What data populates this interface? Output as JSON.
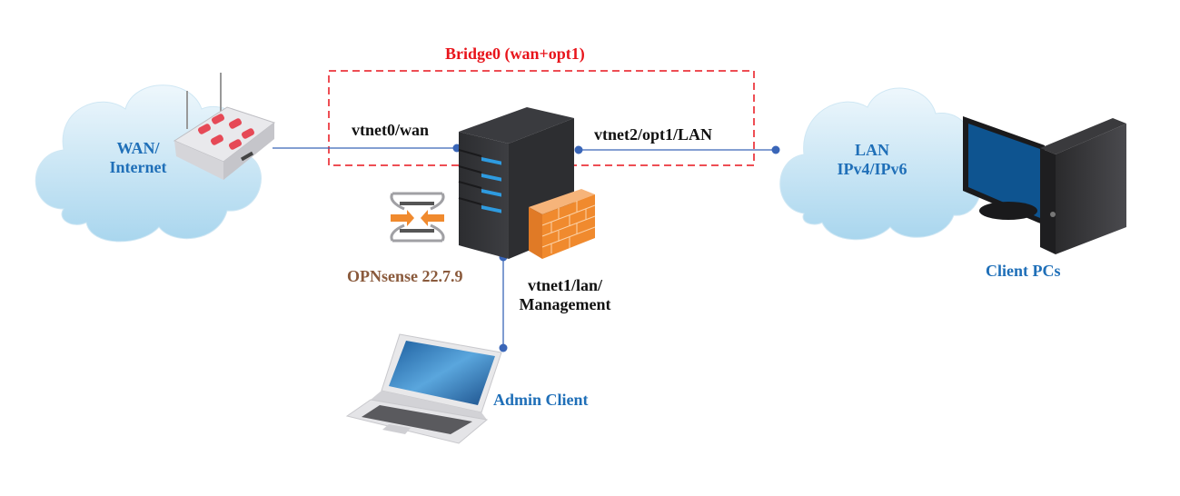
{
  "title": "Bridge0 (wan+opt1)",
  "colors": {
    "bridge": "#e8141b",
    "link": "#3a66b8",
    "label_blue": "#1f6fb8",
    "label_dark": "#111111",
    "opnsense": "#8a5a3c"
  },
  "nodes": {
    "wan_cloud": {
      "line1": "WAN/",
      "line2": "Internet",
      "icon": "cloud-icon"
    },
    "router": {
      "icon": "router-icon"
    },
    "firewall_server": {
      "icon": "server-icon",
      "version_label": "OPNsense 22.7.9"
    },
    "lan_cloud": {
      "line1": "LAN",
      "line2": "IPv4/IPv6",
      "icon": "cloud-icon"
    },
    "client_pcs": {
      "label": "Client PCs",
      "icon": "desktop-pc-icon"
    },
    "admin_client": {
      "label": "Admin Client",
      "icon": "laptop-icon"
    }
  },
  "interfaces": {
    "wan": "vtnet0/wan",
    "opt1": "vtnet2/opt1/LAN",
    "lan_line1": "vtnet1/lan/",
    "lan_line2": "Management"
  }
}
